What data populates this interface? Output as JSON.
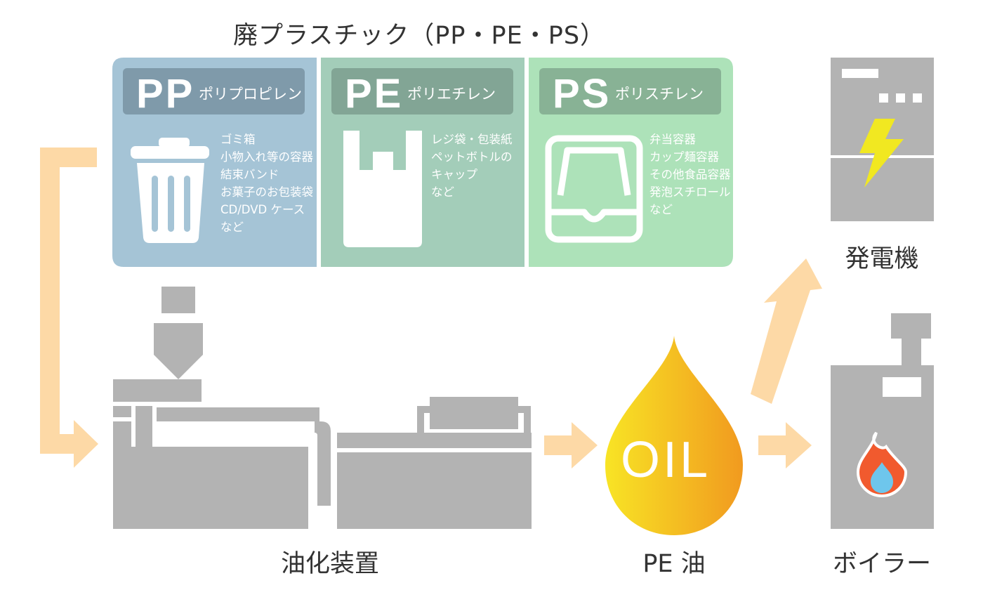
{
  "title": "廃プラスチック（PP・PE・PS）",
  "panels": [
    {
      "code": "PP",
      "name": "ポリプロピレン",
      "color": "#a5c4d6",
      "label_bg": "#7f9aaa",
      "items": [
        "ゴミ箱",
        "小物入れ等の容器",
        "結束バンド",
        "お菓子のお包装袋",
        "CD/DVD ケース",
        "など"
      ]
    },
    {
      "code": "PE",
      "name": "ポリエチレン",
      "color": "#a3cdb9",
      "label_bg": "#82a595",
      "items": [
        "レジ袋・包装紙",
        "ペットボトルの",
        "キャップ",
        "など"
      ]
    },
    {
      "code": "PS",
      "name": "ポリスチレン",
      "color": "#ade2b9",
      "label_bg": "#88b295",
      "items": [
        "弁当容器",
        "カップ麺容器",
        "その他食品容器",
        "発泡スチロール",
        "など"
      ]
    }
  ],
  "device_label": "油化装置",
  "oil": {
    "drop_text": "OIL",
    "label": "PE 油"
  },
  "generator_label": "発電機",
  "boiler_label": "ボイラー",
  "colors": {
    "machine": "#b3b3b3",
    "arrow": "#fdd9a6",
    "drop_top": "#f8e425",
    "drop_bottom": "#f19a1f",
    "bolt": "#f1e821",
    "flame": "#f15a2e",
    "flame_inner": "#6ec6ec"
  }
}
